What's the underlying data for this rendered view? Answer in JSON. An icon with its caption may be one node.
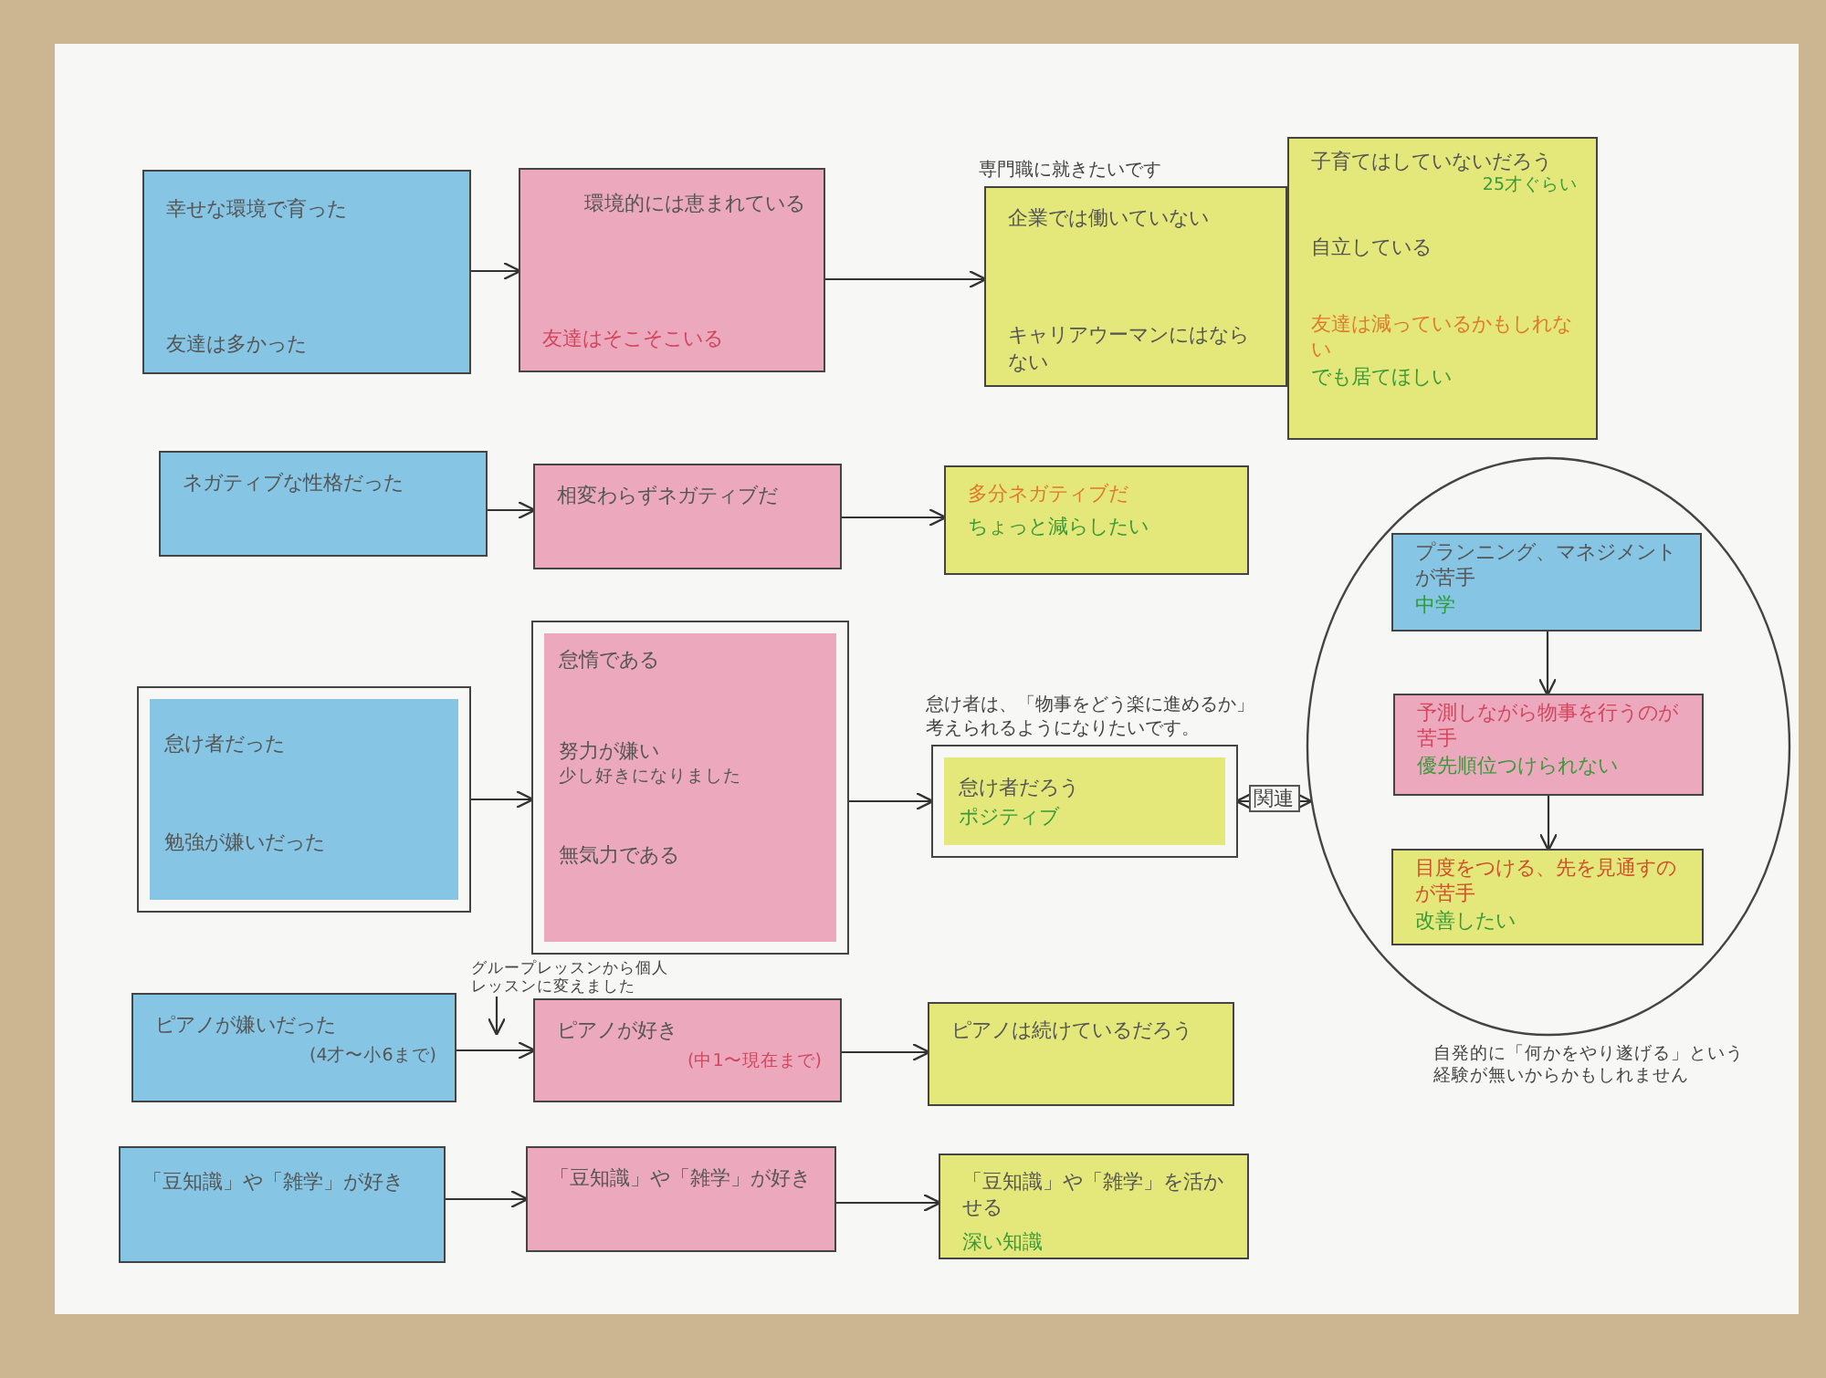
{
  "diagram": {
    "nodes": [
      {
        "text": [
          "幸せな環境で育った",
          "友達は多かった"
        ]
      },
      {
        "text": [
          "環境的には恵まれている",
          "友達はそこそこいる"
        ]
      },
      {
        "text": [
          "専門職に就きたいです",
          "企業では働いていない",
          "キャリアウーマンにはならない"
        ]
      },
      {
        "text": [
          "子育てはしていないだろう",
          "25才ぐらい",
          "自立している",
          "友達は減っているかもしれない",
          "でも居てほしい"
        ]
      },
      {
        "text": [
          "ネガティブな性格だった"
        ]
      },
      {
        "text": [
          "相変わらずネガティブだ"
        ]
      },
      {
        "text": [
          "多分ネガティブだ",
          "ちょっと減らしたい"
        ]
      },
      {
        "text": [
          "怠け者だった",
          "勉強が嫌いだった"
        ]
      },
      {
        "text": [
          "怠惰である",
          "努力が嫌い",
          "少し好きになりました",
          "無気力である"
        ]
      },
      {
        "text": [
          "怠け者は、「物事をどう楽に進めるか」考えられるようになりたいです。",
          "怠け者だろう",
          "ポジティブ"
        ]
      },
      {
        "text": [],
        "shape": "circle",
        "beside": [
          "自発的に「何かをやり遂げる」という経験が無いからかもしれません"
        ]
      },
      {
        "text": [
          "プランニング、マネジメントが苦手",
          "中学"
        ],
        "in": 10
      },
      {
        "text": [
          "予測しながら物事を行うのが苦手",
          "優先順位つけられない"
        ],
        "in": 10
      },
      {
        "text": [
          "目度をつける、先を見通すのが苦手",
          "改善したい"
        ],
        "in": 10
      },
      {
        "text": [
          "ピアノが嫌いだった",
          "(4才〜小6まで)"
        ]
      },
      {
        "text": [
          "ピアノが好き",
          "(中1〜現在まで)"
        ]
      },
      {
        "text": [
          "ピアノは続けているだろう"
        ]
      },
      {
        "text": [
          "「豆知識」や「雑学」が好き"
        ]
      },
      {
        "text": [
          "「豆知識」や「雑学」が好き"
        ]
      },
      {
        "text": [
          "「豆知識」や「雑学」を活かせる",
          "深い知識"
        ]
      },
      {
        "text": [
          "グループレッスンから個人レッスンに変えました"
        ]
      }
    ],
    "edges": [
      {
        "from": 0,
        "to": 1,
        "arrow": "to"
      },
      {
        "from": 1,
        "to": 2,
        "arrow": "to"
      },
      {
        "from": 4,
        "to": 5,
        "arrow": "to"
      },
      {
        "from": 5,
        "to": 6,
        "arrow": "to"
      },
      {
        "from": 7,
        "to": 8,
        "arrow": "to"
      },
      {
        "from": 8,
        "to": 9,
        "arrow": "to"
      },
      {
        "from": 9,
        "to": 10,
        "arrow": "both",
        "label": "関連"
      },
      {
        "from": 11,
        "to": 12,
        "arrow": "to"
      },
      {
        "from": 12,
        "to": 13,
        "arrow": "to"
      },
      {
        "from": 14,
        "to": 15,
        "arrow": "to"
      },
      {
        "from": 15,
        "to": 16,
        "arrow": "to"
      },
      {
        "from": 17,
        "to": 18,
        "arrow": "to"
      },
      {
        "from": 18,
        "to": 19,
        "arrow": "to"
      },
      {
        "from": 20,
        "to": null,
        "arrow": "to"
      }
    ]
  }
}
